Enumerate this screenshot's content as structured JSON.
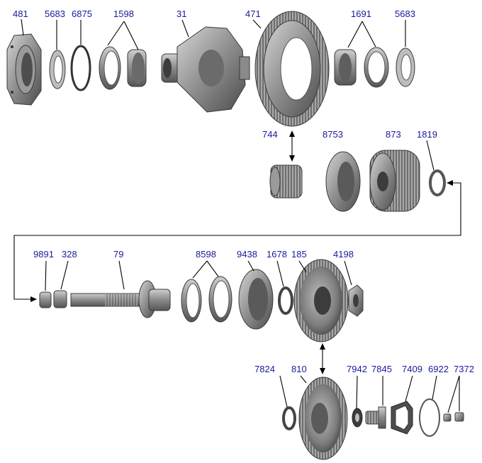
{
  "colors": {
    "label": "#1a1a9c",
    "line": "#000000",
    "metal_dark": "#4a4a4a",
    "metal_mid": "#8c8c8c",
    "metal_light": "#c8c8c8",
    "background": "#ffffff"
  },
  "labels": {
    "p481": "481",
    "p5683a": "5683",
    "p6875": "6875",
    "p1598": "1598",
    "p31": "31",
    "p471": "471",
    "p1691": "1691",
    "p5683b": "5683",
    "p744": "744",
    "p8753": "8753",
    "p873": "873",
    "p1819": "1819",
    "p9891": "9891",
    "p328": "328",
    "p79": "79",
    "p8598": "8598",
    "p9438": "9438",
    "p1678": "1678",
    "p185": "185",
    "p4198": "4198",
    "p7824": "7824",
    "p810": "810",
    "p7942": "7942",
    "p7845": "7845",
    "p7409": "7409",
    "p6922": "6922",
    "p7372": "7372"
  }
}
